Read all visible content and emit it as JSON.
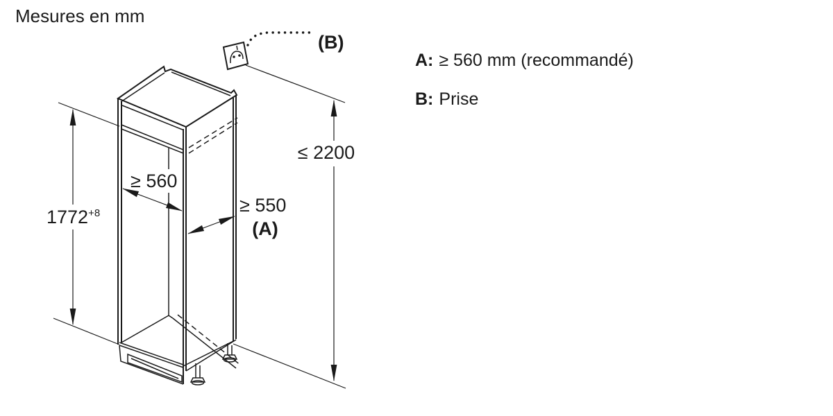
{
  "title": "Mesures en mm",
  "legend": {
    "a_key": "A:",
    "a_value": "≥ 560 mm (recommandé)",
    "b_key": "B:",
    "b_value": "Prise"
  },
  "dimensions": {
    "niche_height": "1772",
    "niche_height_tolerance": "+8",
    "niche_width": "≥ 560",
    "niche_depth": "≥ 550",
    "niche_depth_ref": "(A)",
    "max_socket_height": "≤ 2200",
    "socket_ref": "(B)"
  },
  "icons": {
    "socket": "power-socket"
  },
  "colors": {
    "line": "#1a1a1a",
    "background": "#ffffff"
  }
}
